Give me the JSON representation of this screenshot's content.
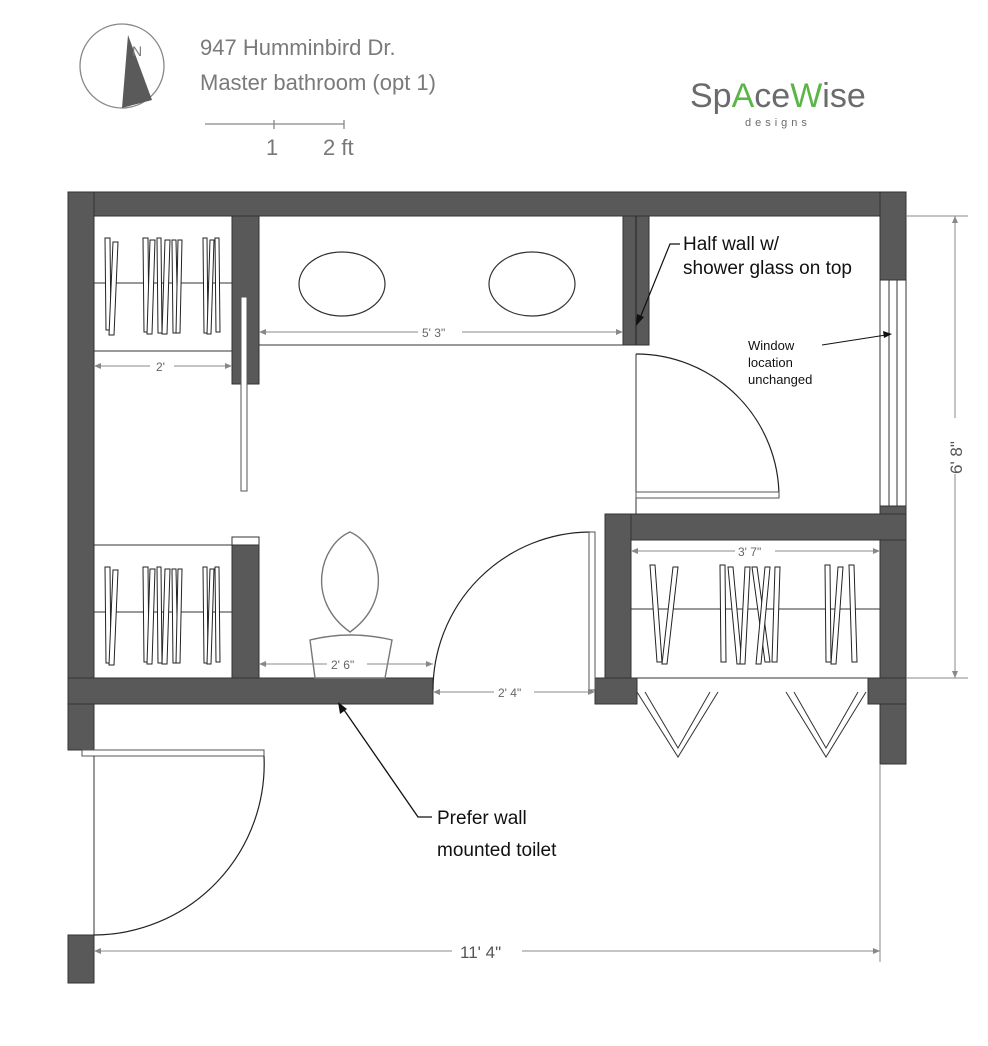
{
  "header": {
    "address": "947 Humminbird Dr.",
    "room": "Master bathroom (opt 1)"
  },
  "compass": {
    "label": "N"
  },
  "scale_bar": {
    "tick_1": "1",
    "tick_2": "2 ft"
  },
  "logo": {
    "name_part1": "Sp",
    "name_part2": "A",
    "name_part3": "ce",
    "name_part4": "W",
    "name_part5": "ise",
    "tagline": "designs",
    "colors": {
      "grey": "#6b6b6b",
      "green": "#5bb548"
    }
  },
  "dimensions": {
    "closet_top_width": "2'",
    "vanity_width": "5' 3\"",
    "overall_height": "6' 8\"",
    "right_closet_width": "3' 7\"",
    "toilet_space": "2' 6\"",
    "door_opening": "2' 4\"",
    "overall_width": "11' 4\""
  },
  "notes": {
    "half_wall_line1": "Half wall w/",
    "half_wall_line2": "shower glass on top",
    "window_line1": "Window",
    "window_line2": "location",
    "window_line3": "unchanged",
    "toilet_line1": "Prefer wall",
    "toilet_line2": "mounted toilet"
  },
  "colors": {
    "wall": "#595959",
    "line": "#333333",
    "dimension": "#888888"
  }
}
